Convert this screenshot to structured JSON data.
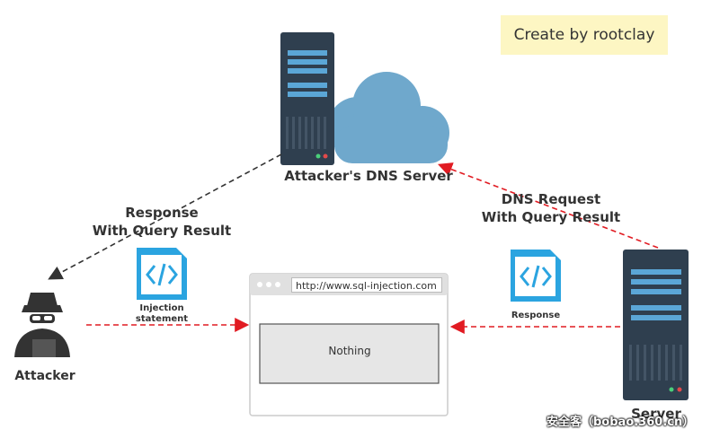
{
  "credit": "Create by rootclay",
  "nodes": {
    "dns_server": "Attacker's DNS Server",
    "attacker": "Attacker",
    "server": "Server"
  },
  "edges": {
    "response_with_result": [
      "Response",
      "With Query Result"
    ],
    "dns_request": [
      "DNS Request",
      "With Query Result"
    ],
    "injection": [
      "Injection",
      "statement"
    ],
    "response": "Response"
  },
  "browser": {
    "url": "http://www.sql-injection.com",
    "body_text": "Nothing"
  },
  "watermark": "安全客（bobao.360.cn）",
  "colors": {
    "server_body": "#2f3f4f",
    "server_slot": "#5ba6d6",
    "cloud": "#6fa8cc",
    "code_icon": "#2ba4e0",
    "arrow_red": "#e11b22",
    "arrow_black": "#333333"
  }
}
